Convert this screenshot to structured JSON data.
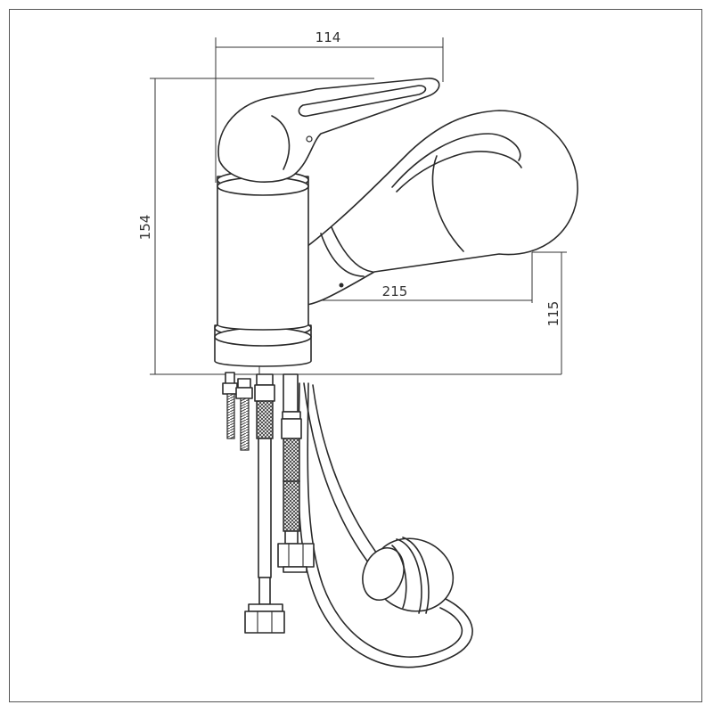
{
  "dimensions": {
    "width_top": "114",
    "height_total": "154",
    "reach": "215",
    "spout_height": "115"
  }
}
